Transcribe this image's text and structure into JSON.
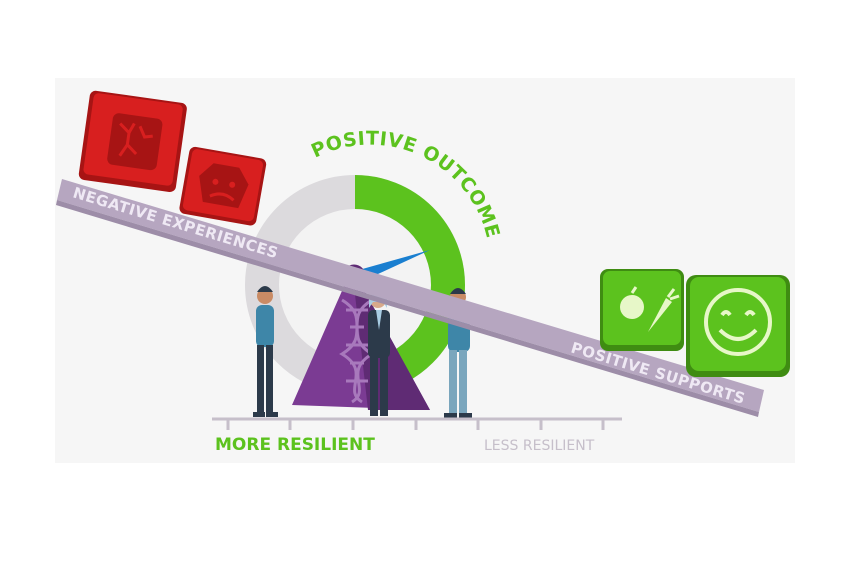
{
  "diagram": {
    "arc_label": "POSITIVE OUTCOME",
    "beam_left_label": "NEGATIVE EXPERIENCES",
    "beam_right_label": "POSITIVE SUPPORTS",
    "scale_left_label": "MORE RESILIENT",
    "scale_right_label": "LESS RESILIENT",
    "dial_fill_fraction": 0.5
  },
  "colors": {
    "green": "#5cc21e",
    "red": "#d81f1f",
    "purple": "#7b3b93",
    "beam": "#b6a6c0",
    "beam_text": "#efe9f4",
    "dial_gray": "#dcdadd",
    "needle": "#1a7fd0",
    "scale_gray": "#c6bfca",
    "figure_blue": "#3e86a8",
    "figure_dark": "#2c3a4a"
  }
}
